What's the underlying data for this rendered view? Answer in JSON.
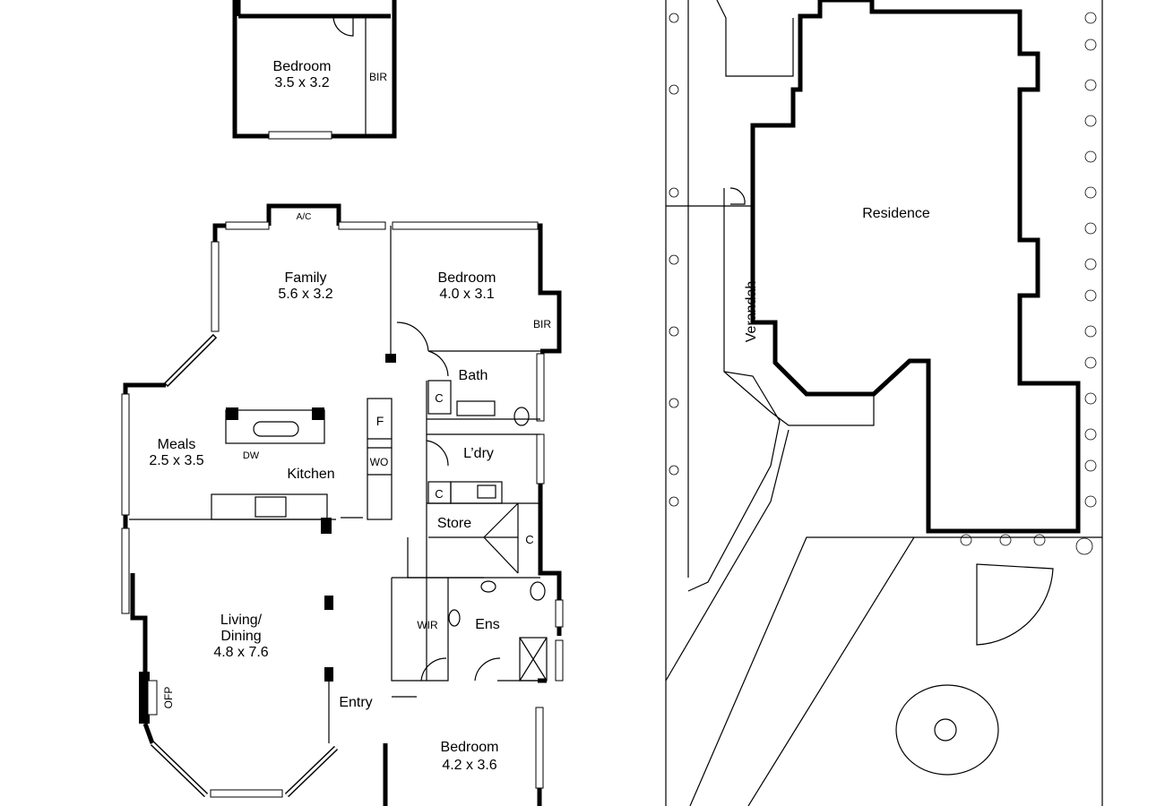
{
  "floor_plan": {
    "upper": {
      "bedroom": {
        "name": "Bedroom",
        "size": "3.5 x 3.2"
      },
      "bir": "BIR"
    },
    "ground": {
      "ac": "A/C",
      "family": {
        "name": "Family",
        "size": "5.6 x 3.2"
      },
      "bedroom2": {
        "name": "Bedroom",
        "size": "4.0 x 3.1"
      },
      "bir2": "BIR",
      "bath": "Bath",
      "cupboard_bath": "C",
      "fridge": "F",
      "wall_oven": "WO",
      "dishwasher": "DW",
      "kitchen": "Kitchen",
      "meals": {
        "name": "Meals",
        "size": "2.5 x 3.5"
      },
      "laundry": "L’dry",
      "cupboard_laundry": "C",
      "store": "Store",
      "cupboard_stairs": "C",
      "wir": "WIR",
      "ensuite": "Ens",
      "living": {
        "name1": "Living/",
        "name2": "Dining",
        "size": "4.8 x 7.6"
      },
      "ofp": "OFP",
      "entry": "Entry",
      "bedroom3": {
        "name": "Bedroom",
        "size": "4.2 x 3.6"
      }
    },
    "site": {
      "residence": "Residence",
      "verandah": "Verandah"
    }
  }
}
